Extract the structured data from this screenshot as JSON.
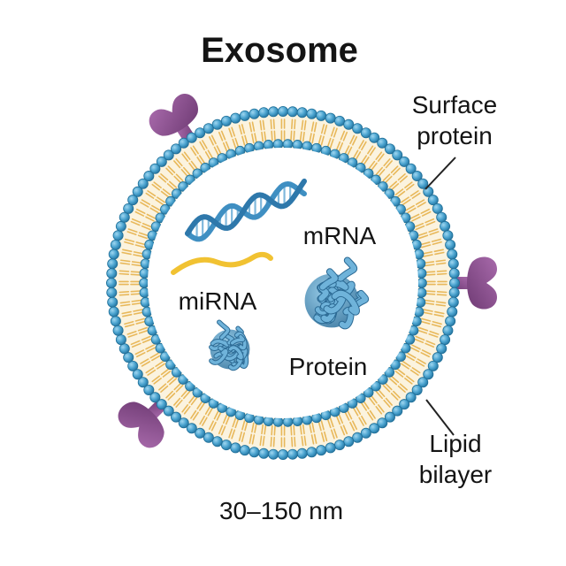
{
  "title": "Exosome",
  "labels": {
    "surface_protein": [
      "Surface",
      "protein"
    ],
    "lipid_bilayer": [
      "Lipid",
      "bilayer"
    ],
    "mrna": "mRNA",
    "mirna": "miRNA",
    "protein": "Protein",
    "size": "30–150 nm"
  },
  "colors": {
    "head_fill": "#4aa3cf",
    "head_stroke": "#1f6f98",
    "tail": "#e8b85a",
    "inner_fill": "#ffffff",
    "surface_protein": "#8e4d92",
    "dna": "#3f8fc2",
    "mirna": "#f1c232",
    "protein_blob": "#3f8fc2"
  },
  "icons": [
    "surface-protein-icon",
    "dna-helix-icon",
    "mirna-strand-icon",
    "protein-blob-icon"
  ]
}
